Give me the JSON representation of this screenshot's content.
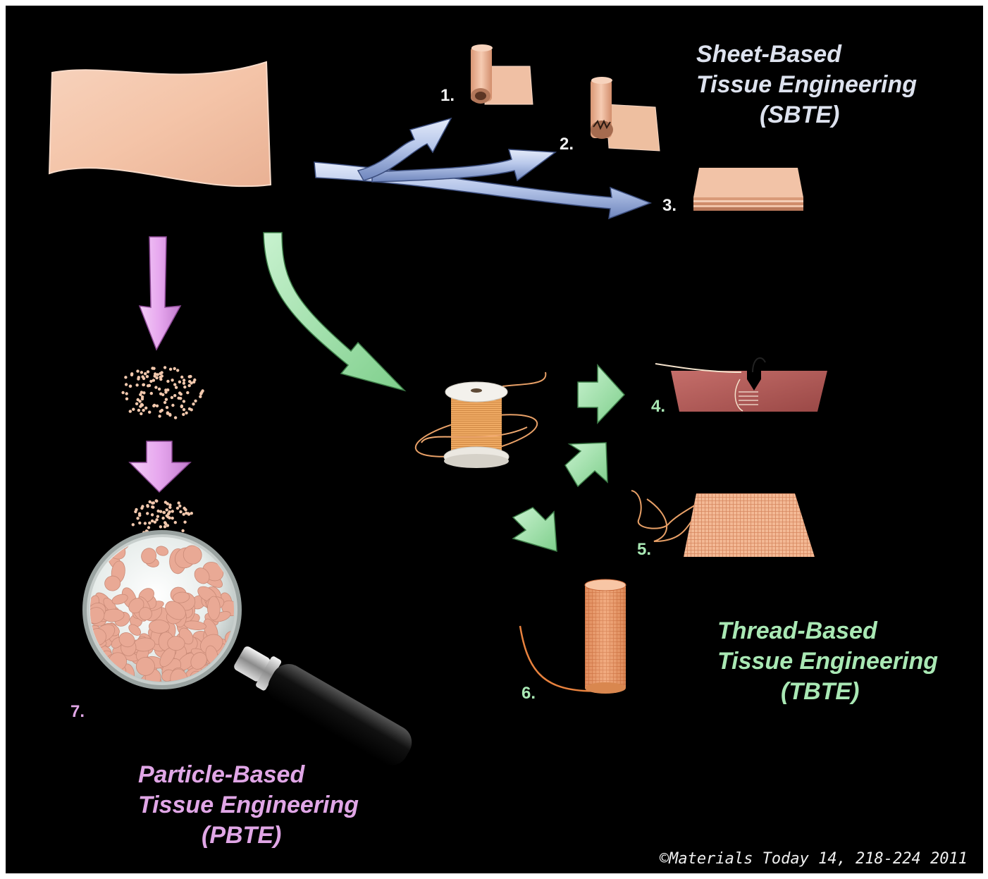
{
  "sbte": {
    "title_lines": [
      "Sheet-Based",
      "Tissue Engineering",
      "(SBTE)"
    ],
    "labels": [
      "1.",
      "2.",
      "3."
    ]
  },
  "tbte": {
    "title_lines": [
      "Thread-Based",
      "Tissue Engineering",
      "(TBTE)"
    ],
    "labels": [
      "4.",
      "5.",
      "6."
    ]
  },
  "pbte": {
    "title_lines": [
      "Particle-Based",
      "Tissue Engineering",
      "(PBTE)"
    ],
    "labels": [
      "7."
    ]
  },
  "credit": "©Materials Today 14, 218-224 2011",
  "colors": {
    "background": "#000000",
    "sheet": "#f5c7ab",
    "sbte_arrow": "#b7c7ea",
    "tbte_arrow": "#9fe0a8",
    "pbte_arrow": "#e6a6ee",
    "thread": "#e8a067",
    "tissue": "#b85a58"
  }
}
